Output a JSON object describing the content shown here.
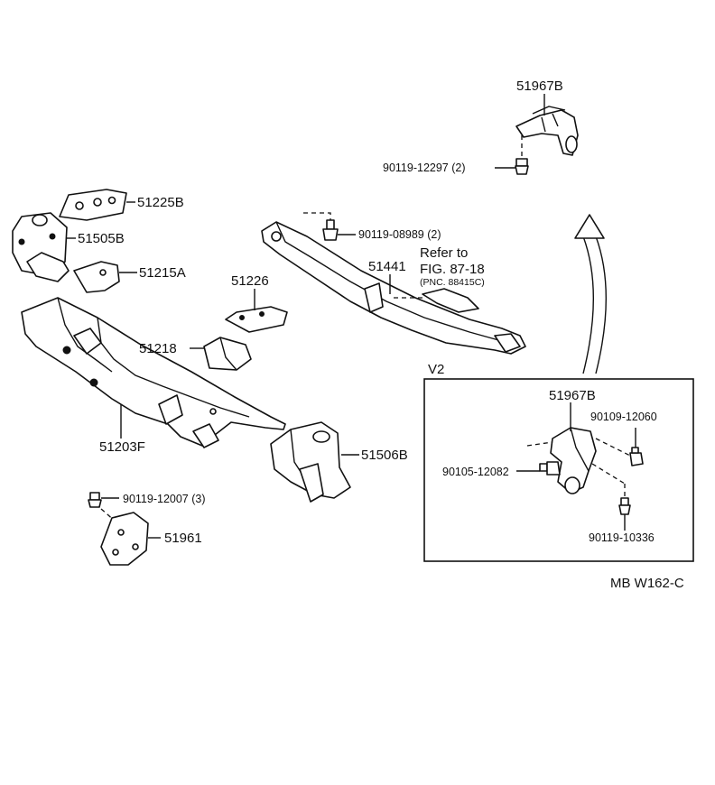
{
  "callouts": {
    "p51967B_top": "51967B",
    "bolt_top": "90119-12297 (2)",
    "p51225B": "51225B",
    "p51505B": "51505B",
    "p51215A": "51215A",
    "bolt_mid": "90119-08989 (2)",
    "refer_to": "Refer to",
    "fig_ref": "FIG. 87-18",
    "pnc_ref": "(PNC. 88415C)",
    "p51441": "51441",
    "p51226": "51226",
    "p51218": "51218",
    "p51203F": "51203F",
    "p51506B": "51506B",
    "bolt_low": "90119-12007 (3)",
    "p51961": "51961"
  },
  "inset": {
    "title": "V2",
    "p51967B": "51967B",
    "bolt_a": "90109-12060",
    "bolt_b": "90105-12082",
    "bolt_c": "90119-10336"
  },
  "footer_code": "MB  W162-C"
}
